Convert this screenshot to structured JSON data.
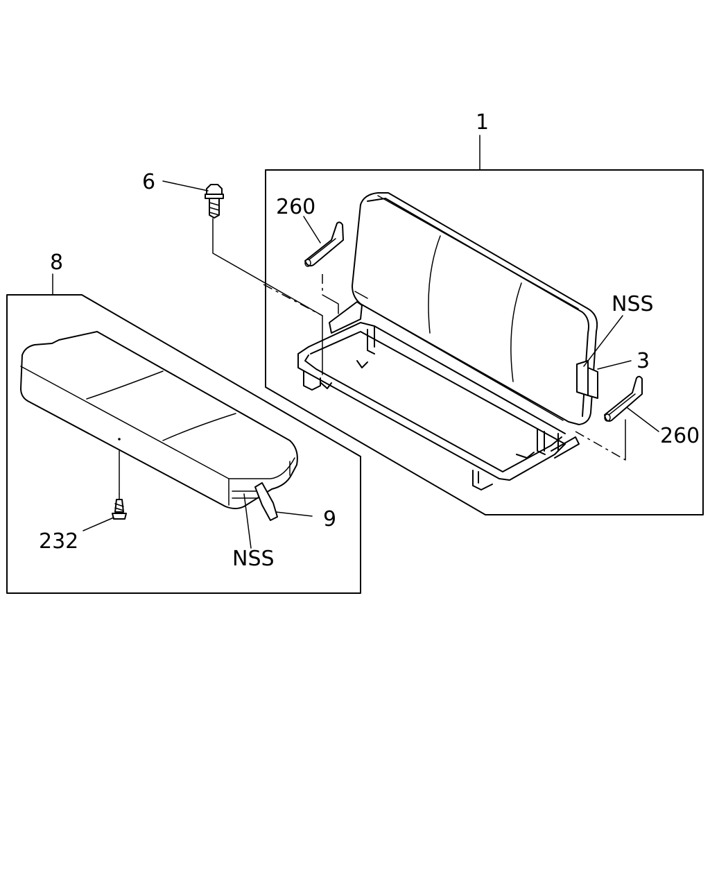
{
  "callouts": {
    "assembly_back": "1",
    "bolt": "6",
    "pad_left": "260",
    "nss_right": "NSS",
    "clip_right": "3",
    "pad_right": "260",
    "assembly_cushion": "8",
    "screw": "232",
    "nss_bottom": "NSS",
    "clip_bottom": "9"
  },
  "colors": {
    "line": "#000000",
    "background": "#ffffff"
  }
}
